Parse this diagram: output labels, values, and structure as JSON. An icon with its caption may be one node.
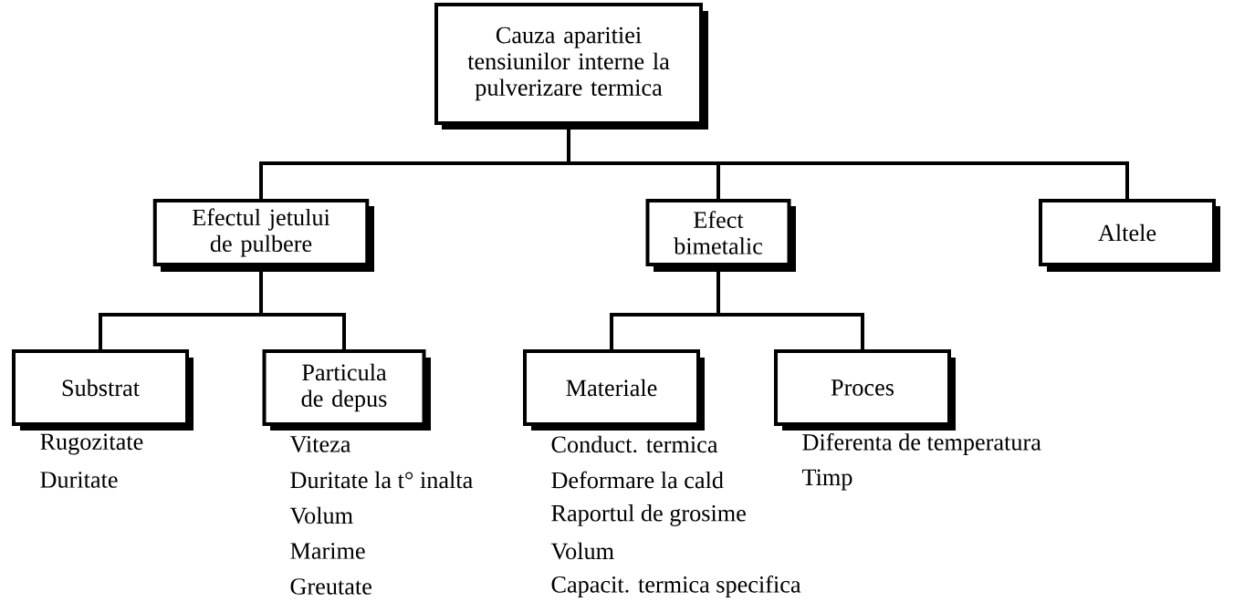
{
  "diagram": {
    "nodes": [
      {
        "text": [
          "Cauza aparitiei tensiunilor interne la pulverizare termica"
        ]
      },
      {
        "text": [
          "Efectul jetului de pulbere"
        ]
      },
      {
        "text": [
          "Efect bimetalic"
        ]
      },
      {
        "text": [
          "Altele"
        ]
      },
      {
        "text": [
          "Substrat"
        ],
        "beside": [
          "Rugozitate",
          "Duritate"
        ]
      },
      {
        "text": [
          "Particula de depus"
        ],
        "beside": [
          "Viteza",
          "Duritate la t° inalta",
          "Volum",
          "Marime",
          "Greutate"
        ]
      },
      {
        "text": [
          "Materiale"
        ],
        "beside": [
          "Conduct. termica",
          "Deformare la cald",
          "Raportul de grosime",
          "Volum",
          "Capacit. termica specifica"
        ]
      },
      {
        "text": [
          "Proces"
        ],
        "beside": [
          "Diferenta de temperatura",
          "Timp"
        ]
      }
    ],
    "edges": [
      {
        "from": 0,
        "to": 1,
        "arrow": "none"
      },
      {
        "from": 0,
        "to": 2,
        "arrow": "none"
      },
      {
        "from": 0,
        "to": 3,
        "arrow": "none"
      },
      {
        "from": 1,
        "to": 4,
        "arrow": "none"
      },
      {
        "from": 1,
        "to": 5,
        "arrow": "none"
      },
      {
        "from": 2,
        "to": 6,
        "arrow": "none"
      },
      {
        "from": 2,
        "to": 7,
        "arrow": "none"
      }
    ]
  }
}
